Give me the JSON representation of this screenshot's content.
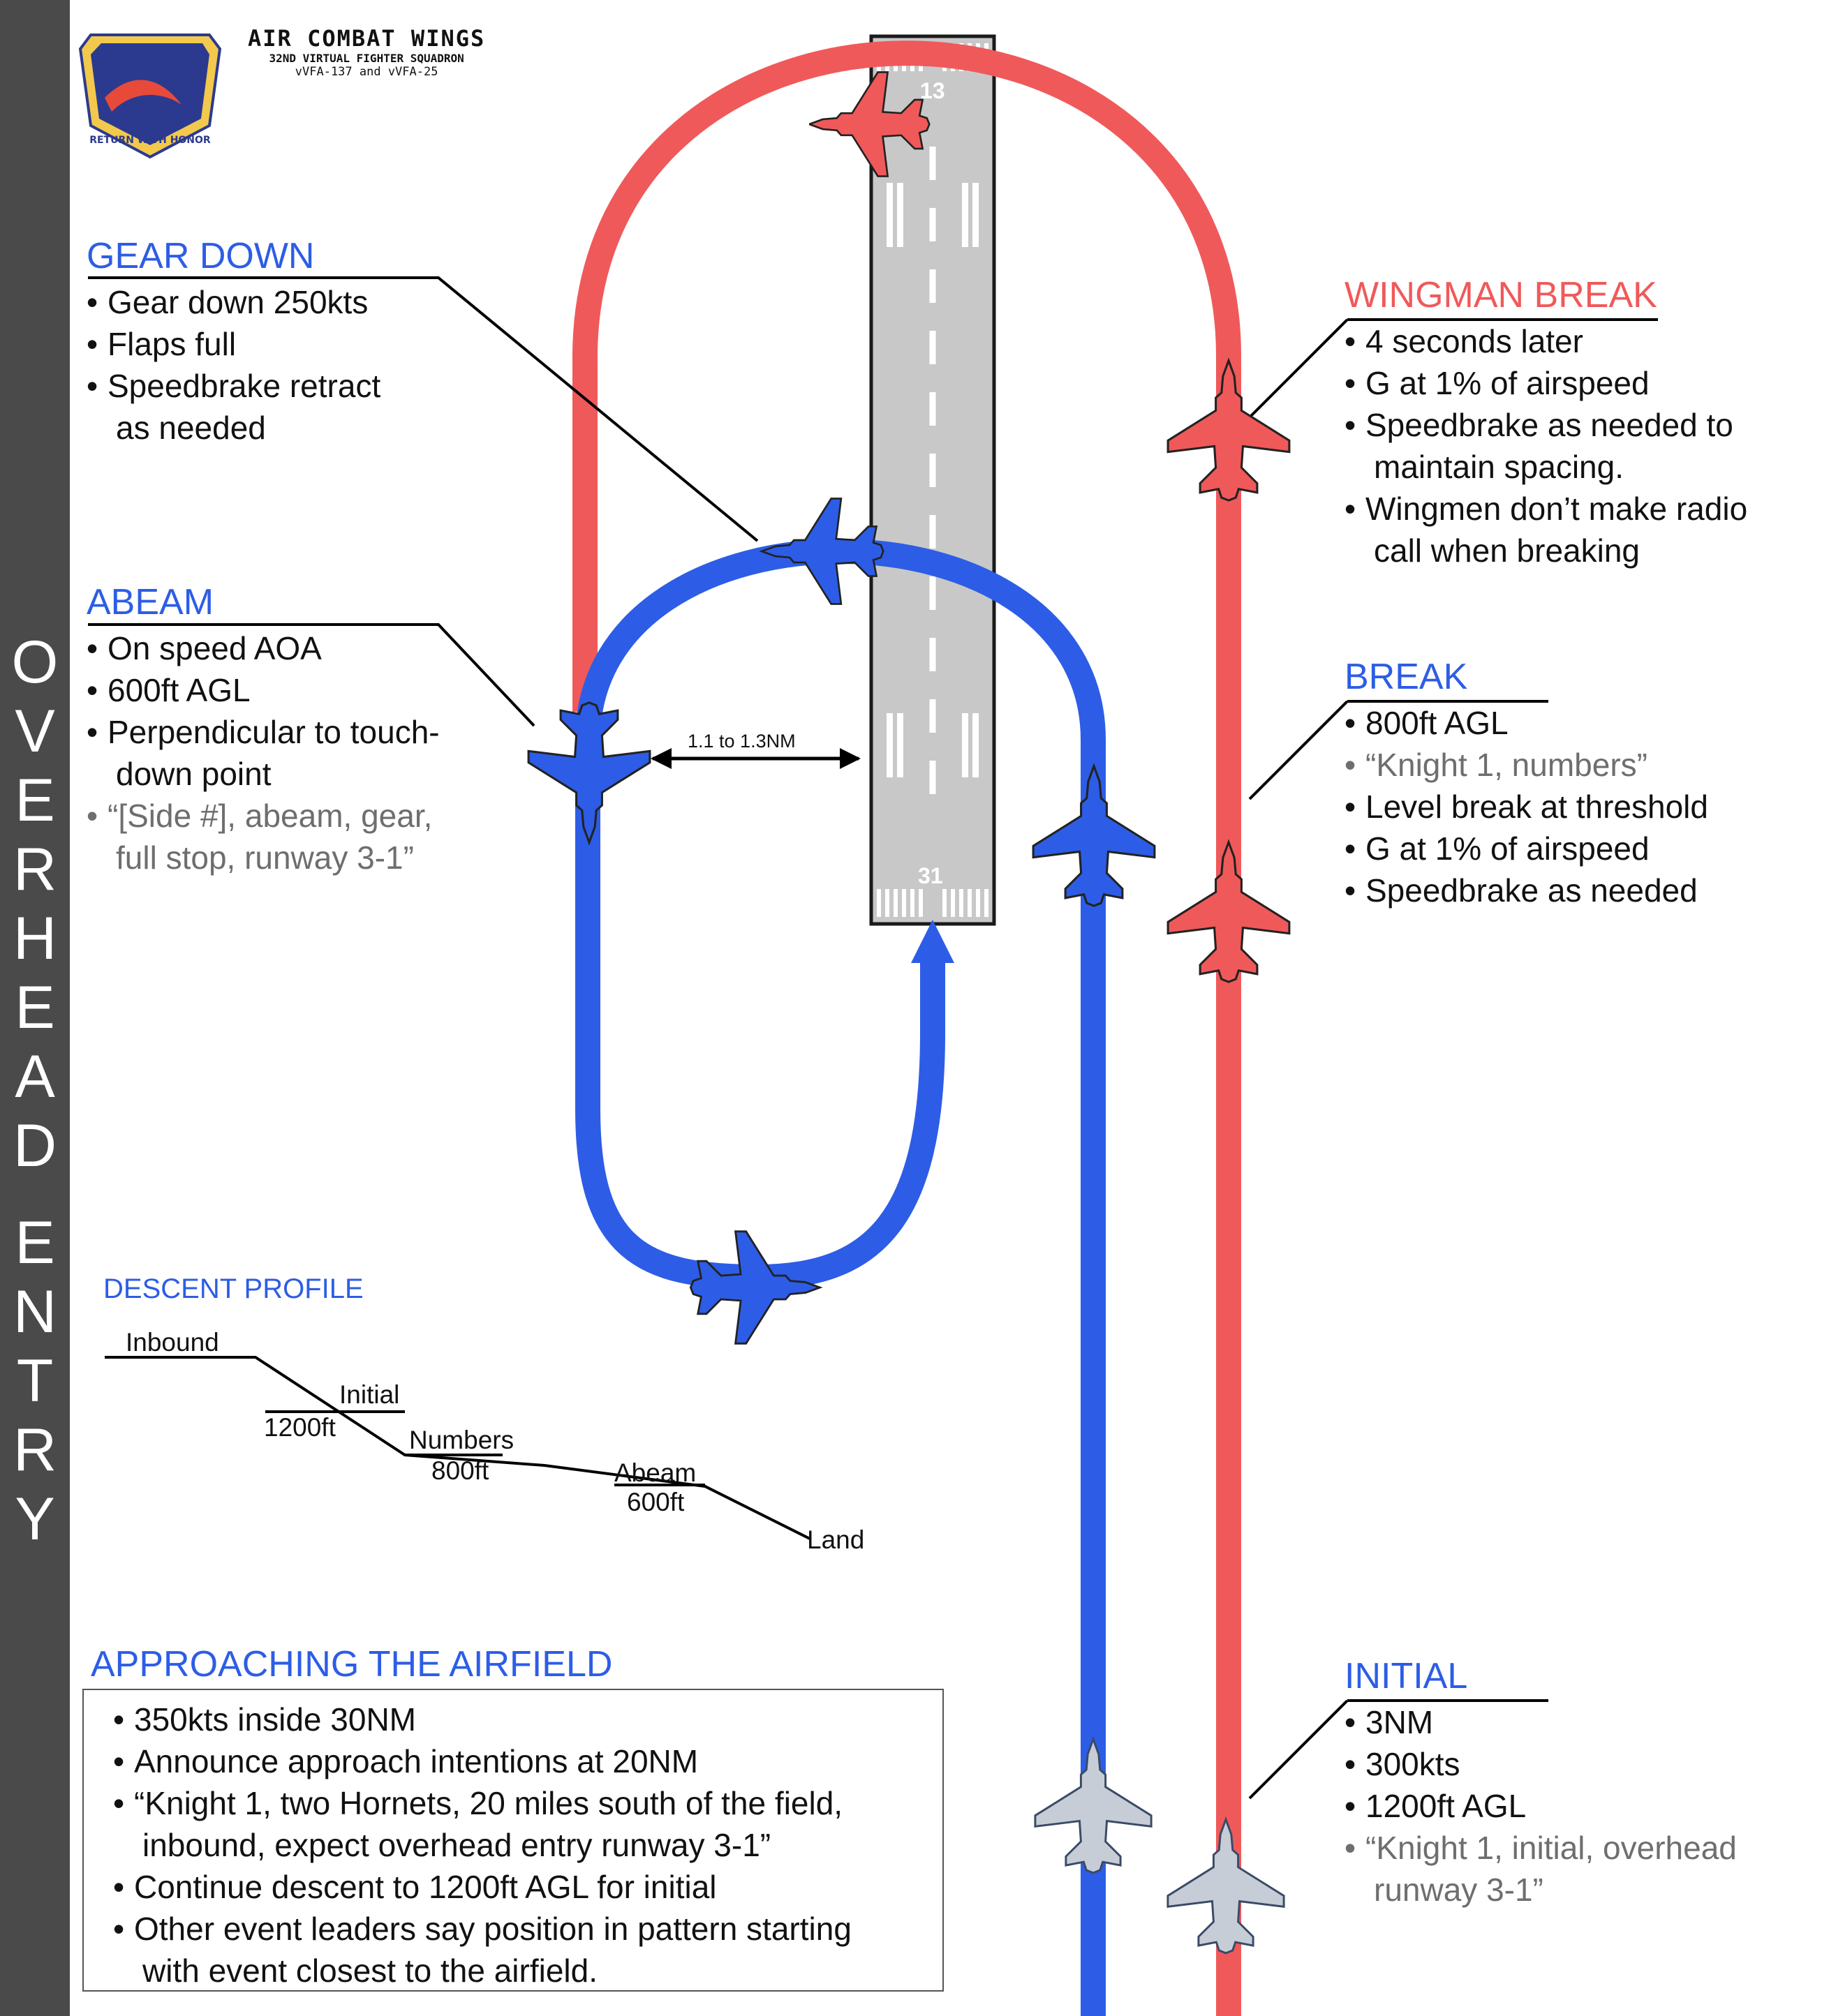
{
  "sidebar": {
    "title_word1": [
      "O",
      "V",
      "E",
      "R",
      "H",
      "E",
      "A",
      "D"
    ],
    "title_word2": [
      "E",
      "N",
      "T",
      "R",
      "Y"
    ]
  },
  "header": {
    "title": "AIR COMBAT WINGS",
    "subtitle": "32ND VIRTUAL FIGHTER SQUADRON",
    "units": "vVFA-137 and vVFA-25",
    "logo_motto": "RETURN WITH HONOR"
  },
  "runway": {
    "top_number": "13",
    "bottom_number": "31"
  },
  "distance_label": "1.1 to 1.3NM",
  "gear_down": {
    "title": "GEAR DOWN",
    "items": [
      "Gear down 250kts",
      "Flaps full",
      "Speedbrake retract",
      "as needed"
    ]
  },
  "abeam": {
    "title": "ABEAM",
    "items": [
      "On speed AOA",
      "600ft AGL",
      "Perpendicular to touch-",
      "down point"
    ],
    "radio_1": "“[Side #], abeam, gear,",
    "radio_2": "full stop, runway 3-1”"
  },
  "wingman_break": {
    "title": "WINGMAN BREAK",
    "items": [
      "4 seconds later",
      "G at 1% of airspeed",
      "Speedbrake as needed to",
      "maintain spacing.",
      "Wingmen don’t make radio",
      "call when breaking"
    ]
  },
  "break": {
    "title": "BREAK",
    "item1": "800ft AGL",
    "radio": "“Knight 1, numbers”",
    "items": [
      "Level break at threshold",
      "G at 1% of airspeed",
      "Speedbrake as needed"
    ]
  },
  "initial": {
    "title": "INITIAL",
    "items": [
      "3NM",
      "300kts",
      "1200ft AGL"
    ],
    "radio_1": "“Knight 1, initial, overhead",
    "radio_2": "runway 3-1”"
  },
  "descent": {
    "title": "DESCENT PROFILE",
    "inbound": "Inbound",
    "initial": "Initial",
    "initial_alt": "1200ft",
    "numbers": "Numbers",
    "numbers_alt": "800ft",
    "abeam": "Abeam",
    "abeam_alt": "600ft",
    "land": "Land"
  },
  "approach": {
    "title": "APPROACHING THE AIRFIELD",
    "lines": [
      "350kts inside 30NM",
      "Announce approach intentions at 20NM",
      "“Knight 1, two Hornets, 20 miles south of the field,",
      "inbound, expect overhead entry runway 3-1”",
      "Continue descent to 1200ft AGL for initial",
      "Other event leaders say position in pattern starting",
      "with event closest to the airfield."
    ]
  },
  "colors": {
    "blue": "#2d5de6",
    "red": "#f0595a",
    "sidebar": "#4a4a4a",
    "runway": "#c8c8c8",
    "grey_text": "#6e6e6e"
  }
}
